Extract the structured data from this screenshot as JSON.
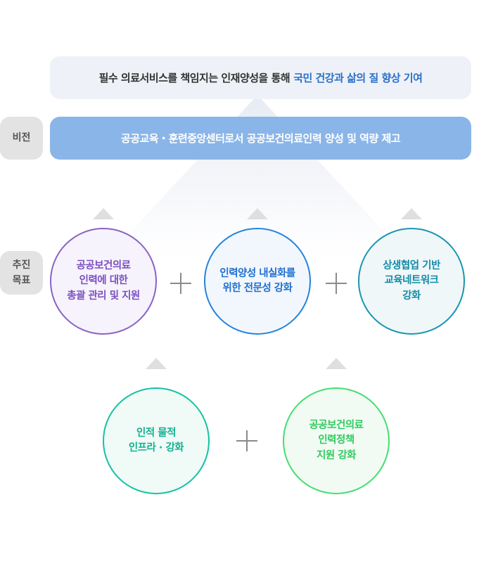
{
  "mission": {
    "text_main": "필수 의료서비스를 책임지는 인재양성을 통해",
    "text_highlight": "국민 건강과 삶의 질 향상 기여"
  },
  "labels": {
    "vision": "비전",
    "goals_line1": "추진",
    "goals_line2": "목표"
  },
  "vision": {
    "text": "공공교육・훈련중앙센터로서 공공보건의료인력 양성 및 역량 제고"
  },
  "goals": [
    {
      "lines": [
        "공공보건의료",
        "인력에 대한",
        "총괄 관리 및 지원"
      ],
      "color": "#7b4fc0"
    },
    {
      "lines": [
        "인력양성 내실화를",
        "위한 전문성 강화"
      ],
      "color": "#1f6fcf"
    },
    {
      "lines": [
        "상생협업 기반",
        "교육네트워크",
        "강화"
      ],
      "color": "#148ba6"
    },
    {
      "lines": [
        "인적 물적",
        "인프라 · 강화"
      ],
      "color": "#14b191"
    },
    {
      "lines": [
        "공공보건의료",
        "인력정책",
        "지원 강화"
      ],
      "color": "#31ca60"
    }
  ],
  "icons": [
    "triangle-arrow-icon",
    "plus-icon"
  ]
}
